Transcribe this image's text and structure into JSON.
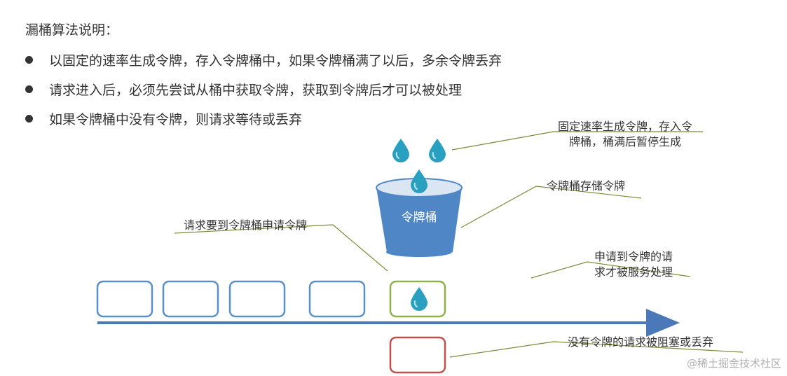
{
  "title": "漏桶算法说明：",
  "bullets": [
    "以固定的速率生成令牌，存入令牌桶中，如果令牌桶满了以后，多余令牌丢弃",
    "请求进入后，必须先尝试从桶中获取令牌，获取到令牌后才可以被处理",
    "如果令牌桶中没有令牌，则请求等待或丢弃"
  ],
  "bucket_label": "令牌桶",
  "annotations": {
    "generate_line1": "固定速率生成令牌，存入令",
    "generate_line2": "牌桶，桶满后暂停生成",
    "store": "令牌桶存储令牌",
    "request": "请求要到令牌桶申请令牌",
    "process_line1": "申请到令牌的请",
    "process_line2": "求才被服务处理",
    "blocked": "没有令牌的请求被阻塞或丢弃"
  },
  "watermark": "@稀土掘金技术社区",
  "colors": {
    "bucket": "#4f86c6",
    "token": "#2aa0c0",
    "request_box": "#5b8fc9",
    "served_box": "#8db24a",
    "blocked_box": "#c0504d",
    "arrow": "#4a78b8",
    "leader_line": "#7a8a3a"
  }
}
